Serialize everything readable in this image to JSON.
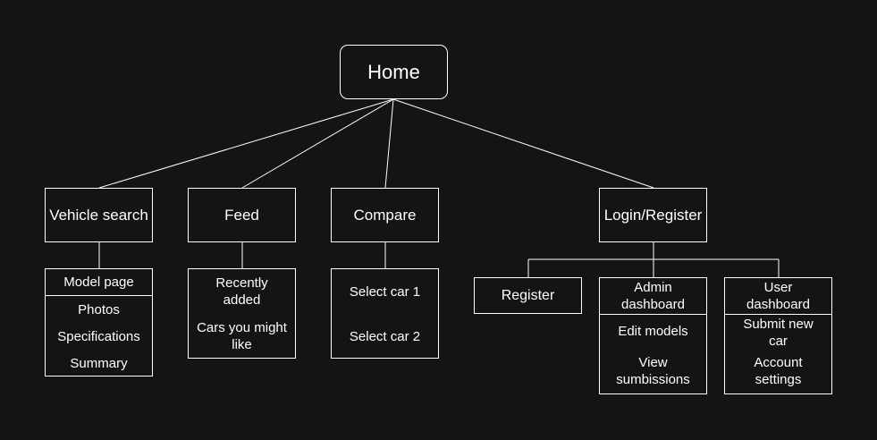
{
  "home": {
    "label": "Home"
  },
  "sections": [
    {
      "label": "Vehicle search"
    },
    {
      "label": "Feed"
    },
    {
      "label": "Compare"
    },
    {
      "label": "Login/Register"
    }
  ],
  "vehicle_search": {
    "header": "Model page",
    "items": [
      "Photos",
      "Specifications",
      "Summary"
    ]
  },
  "feed": {
    "items": [
      "Recently added",
      "Cars you might like"
    ]
  },
  "compare": {
    "items": [
      "Select car 1",
      "Select car 2"
    ]
  },
  "login": {
    "register": "Register",
    "admin": {
      "header": "Admin dashboard",
      "items": [
        "Edit models",
        "View sumbissions"
      ]
    },
    "user": {
      "header": "User dashboard",
      "items": [
        "Submit new car",
        "Account settings"
      ]
    }
  }
}
